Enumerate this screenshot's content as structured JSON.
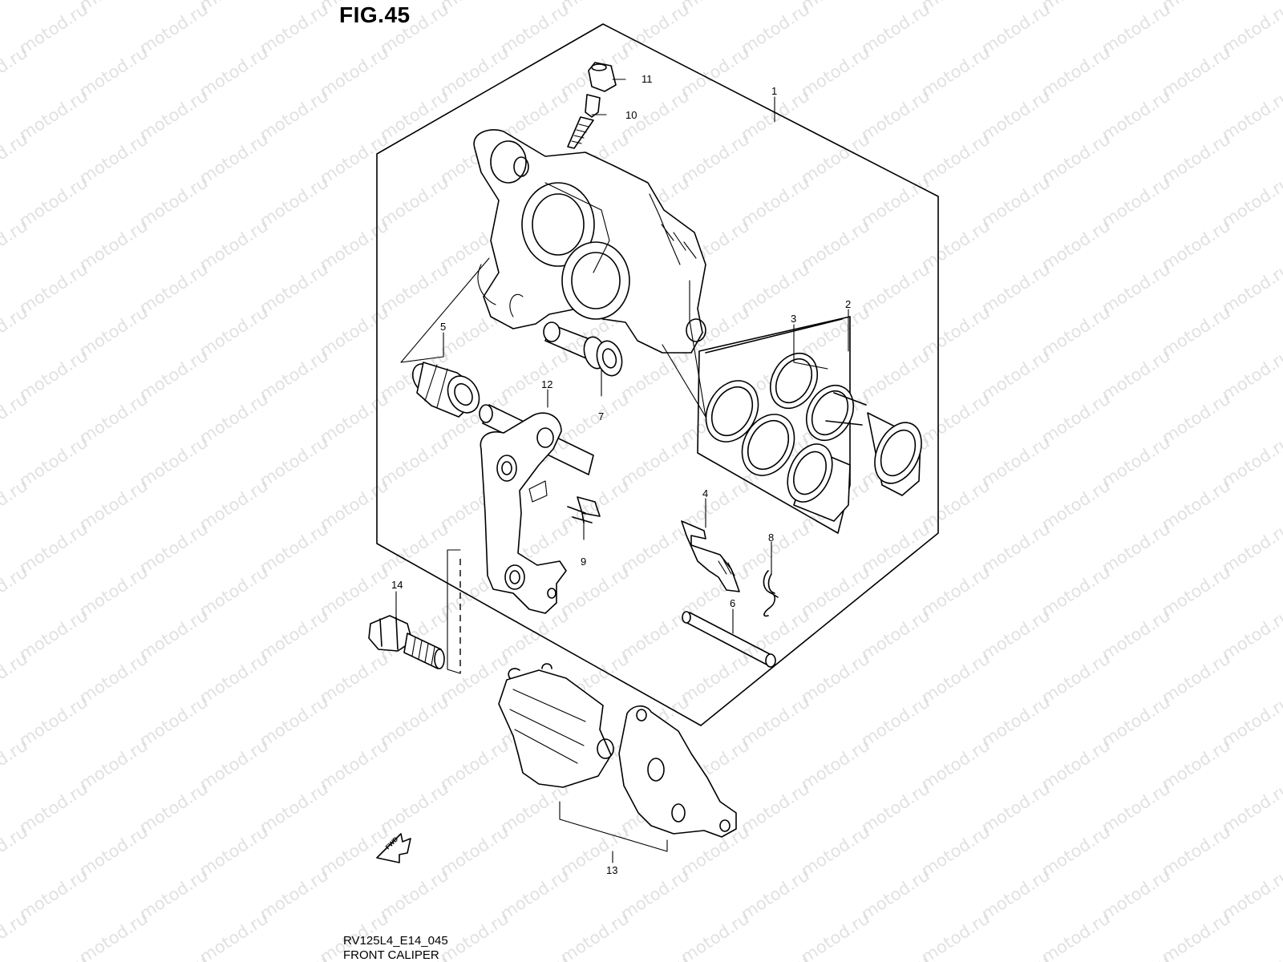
{
  "figure": {
    "title": "FIG.45",
    "code": "RV125L4_E14_045",
    "name": "FRONT CALIPER"
  },
  "watermark": {
    "text": "motod.ru"
  },
  "callouts": [
    {
      "id": "p1",
      "label": "1"
    },
    {
      "id": "p2",
      "label": "2"
    },
    {
      "id": "p3",
      "label": "3"
    },
    {
      "id": "p4",
      "label": "4"
    },
    {
      "id": "p5",
      "label": "5"
    },
    {
      "id": "p6",
      "label": "6"
    },
    {
      "id": "p7",
      "label": "7"
    },
    {
      "id": "p8",
      "label": "8"
    },
    {
      "id": "p9",
      "label": "9"
    },
    {
      "id": "p10",
      "label": "10"
    },
    {
      "id": "p11",
      "label": "11"
    },
    {
      "id": "p12",
      "label": "12"
    },
    {
      "id": "p13",
      "label": "13"
    },
    {
      "id": "p14",
      "label": "14"
    }
  ],
  "direction_marker": {
    "label": "FWD"
  }
}
